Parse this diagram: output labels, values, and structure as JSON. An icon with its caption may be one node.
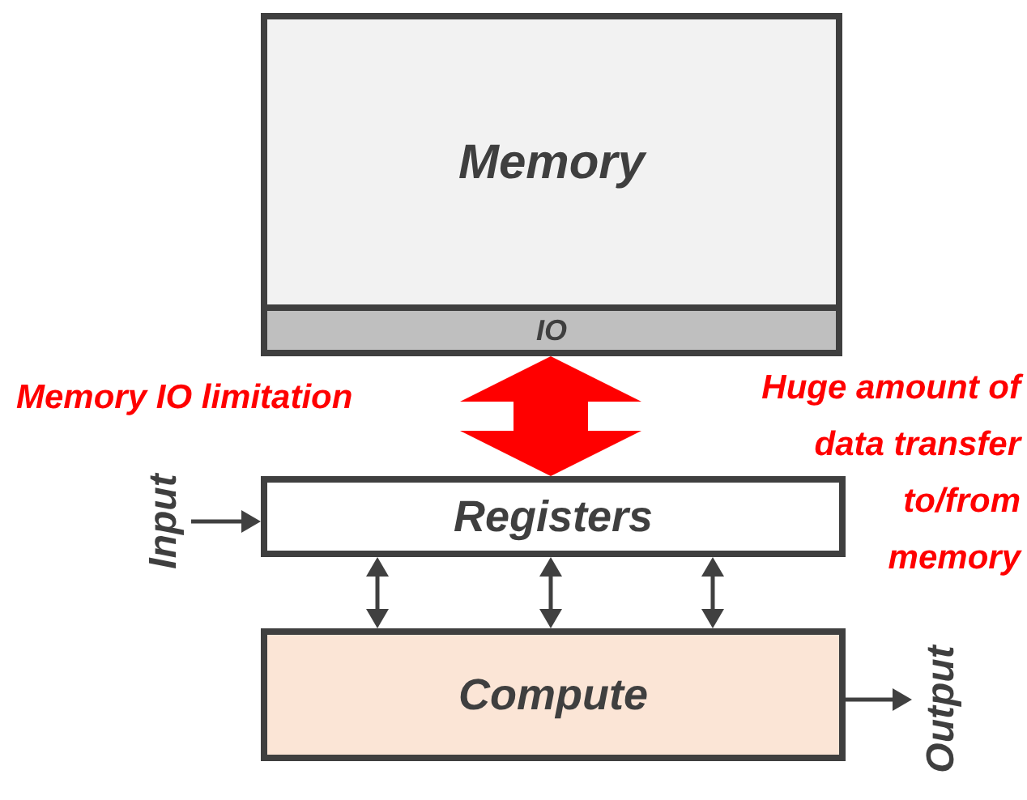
{
  "diagram": {
    "nodes": [
      {
        "text": [
          "Memory"
        ]
      },
      {
        "text": [
          "IO"
        ],
        "in": 0
      },
      {
        "text": [
          "Registers"
        ]
      },
      {
        "text": [
          "Compute"
        ]
      },
      {
        "text": [
          "Input"
        ]
      },
      {
        "text": [
          "Output"
        ]
      }
    ],
    "edges": [
      {
        "from": 1,
        "to": 2,
        "arrow": "both",
        "style": "thick",
        "color": "#ff0000"
      },
      {
        "from": 2,
        "to": 3,
        "arrow": "both"
      },
      {
        "from": 2,
        "to": 3,
        "arrow": "both"
      },
      {
        "from": 2,
        "to": 3,
        "arrow": "both"
      },
      {
        "from": 4,
        "to": 2,
        "arrow": "to"
      },
      {
        "from": 3,
        "to": 5,
        "arrow": "to"
      }
    ],
    "labels": [
      "Memory IO limitation",
      "Huge amount of data transfer to/from memory"
    ]
  }
}
